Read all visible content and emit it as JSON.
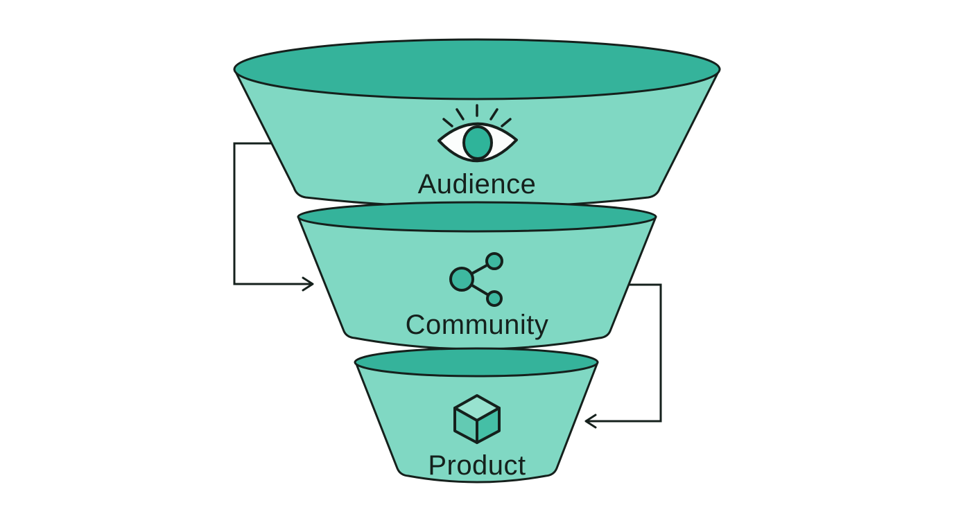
{
  "diagram": {
    "type": "funnel",
    "stages": [
      {
        "label": "Audience",
        "icon": "eye-icon"
      },
      {
        "label": "Community",
        "icon": "share-network-icon"
      },
      {
        "label": "Product",
        "icon": "cube-icon"
      }
    ],
    "connectors": [
      {
        "from": "Audience",
        "to": "Community",
        "side": "left"
      },
      {
        "from": "Community",
        "to": "Product",
        "side": "right"
      }
    ],
    "colors": {
      "background": "#ffffff",
      "funnel_body": "#80d8c3",
      "funnel_top": "#35b39b",
      "outline": "#15201c",
      "icon_fill": "#3eb8a0",
      "eye_sclera": "#fbfdfc",
      "eye_pupil": "#2fb49a",
      "cube_top": "#98e2cf",
      "cube_left": "#63cab3",
      "cube_right": "#45bfa6",
      "text": "#15201c"
    }
  }
}
